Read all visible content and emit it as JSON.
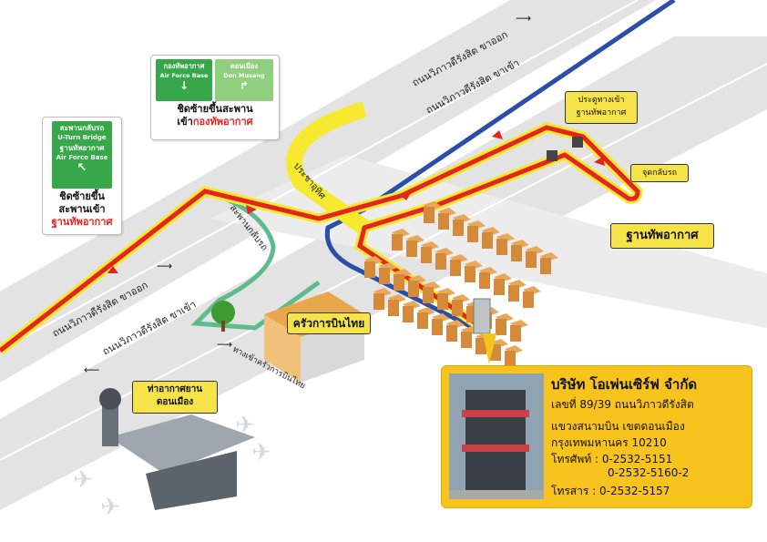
{
  "signs": {
    "uturn": {
      "green_lines": [
        "สะพานกลับรถ",
        "U-Turn Bridge",
        "ฐานทัพอากาศ",
        "Air Force Base"
      ],
      "caption_lines": [
        "ชิดซ้ายขึ้น",
        "สะพานเข้า"
      ],
      "caption_red": "ฐานทัพอากาศ"
    },
    "airforce": {
      "left_lines": [
        "กองทัพอากาศ",
        "Air Force Base"
      ],
      "right_lines": [
        "ดอนเมือง",
        "Don Musang"
      ],
      "caption_line1": "ชิดซ้ายขึ้นสะพาน",
      "caption_prefix": "เข้า",
      "caption_red": "กองทัพอากาศ"
    }
  },
  "roads": {
    "upper_outbound": "ถนนวิภาวดีรังสิต ขาออก",
    "upper_inbound": "ถนนวิภาวดีรังสิต ขาเข้า",
    "lower_outbound": "ถนนวิภาวดีรังสิต ขาออก",
    "lower_inbound": "ถนนวิภาวดีรังสิต ขาเข้า",
    "prachachuen": "ประชาอุทิศ",
    "bridge": "สะพานกลับรถ",
    "catering_road": "ทางเข้าครัวการบินไทย"
  },
  "places": {
    "gate": [
      "ประตูทางเข้า",
      "ฐานทัพอากาศ"
    ],
    "uturn_point": "จุดกลับรถ",
    "airforce_base": "ฐานทัพอากาศ",
    "thai_catering": "ครัวการบินไทย",
    "airport": [
      "ท่าอากาศยาน",
      "ดอนเมือง"
    ]
  },
  "company": {
    "name": "บริษัท โอเพ่นเซิร์ฟ จำกัด",
    "address1": "เลขที่ 89/39 ถนนวิภาวดีรังสิต",
    "address2": "แขวงสนามบิน เขตดอนเมือง",
    "address3": "กรุงเทพมหานคร 10210",
    "phone_label": "โทรศัพท์ : 0-2532-5151",
    "phone2": "0-2532-5160-2",
    "fax_label": "โทรสาร : 0-2532-5157"
  },
  "colors": {
    "route_red": "#e52420",
    "route_yellow": "#f7e930",
    "route_blue": "#2b4fa8",
    "route_green": "#5dbb8c",
    "info_box": "#f9c31d",
    "sign_green": "#37a84a"
  }
}
